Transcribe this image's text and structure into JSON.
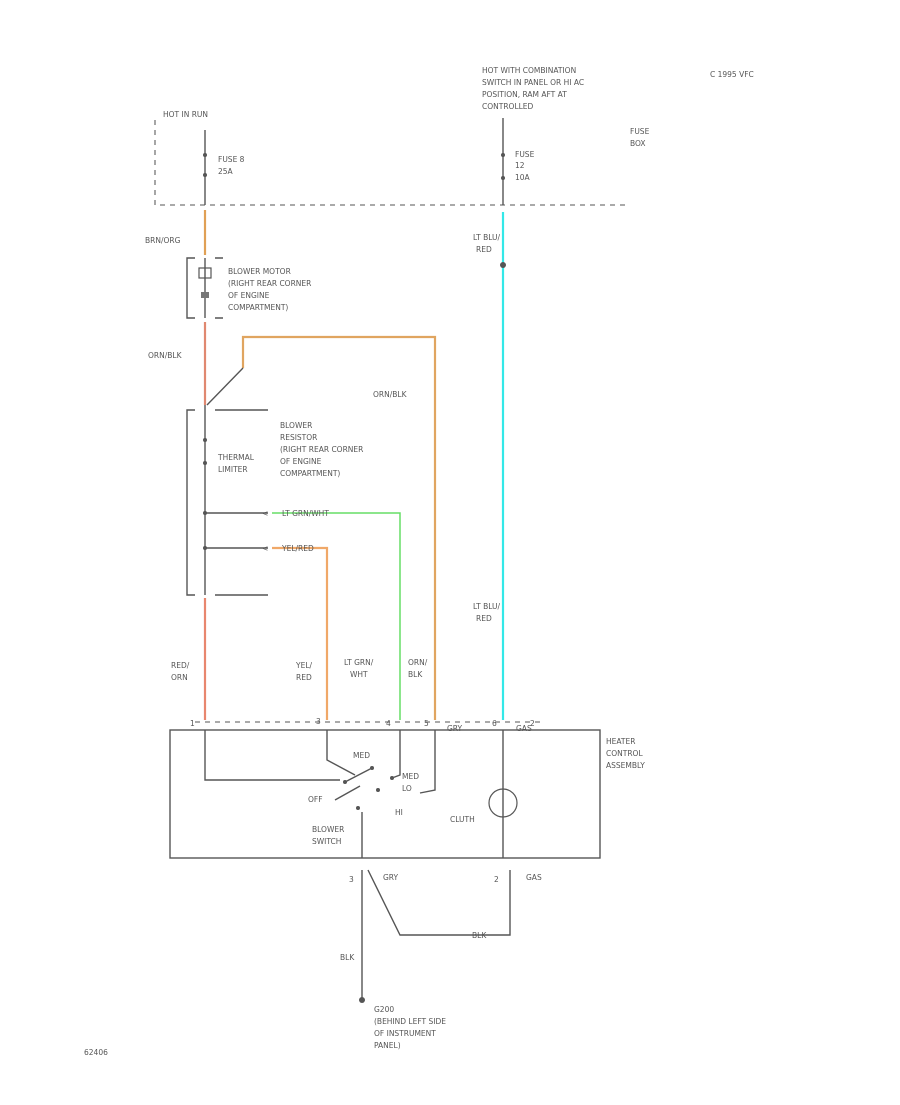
{
  "labels": {
    "hot_in_run": "HOT IN RUN",
    "fuse8_name": "FUSE 8",
    "fuse8_rating": "25A",
    "hot_with_line1": "HOT WITH COMBINATION",
    "hot_with_line2": "SWITCH IN PANEL OR HI AC",
    "hot_with_line3": "POSITION, RAM AFT AT",
    "hot_with_line4": "CONTROLLED",
    "fuse12_name": "FUSE",
    "fuse12_num": "12",
    "fuse12_rating": "10A",
    "fuse_box_1": "FUSE",
    "fuse_box_2": "BOX",
    "corner_note": "C 1995 VFC",
    "brn_org": "BRN/ORG",
    "lt_blu_red_top_1": "LT BLU/",
    "lt_blu_red_top_2": "RED",
    "motor_1": "BLOWER MOTOR",
    "motor_2": "(RIGHT REAR CORNER",
    "motor_3": "OF ENGINE",
    "motor_4": "COMPARTMENT)",
    "orn_blk_left": "ORN/BLK",
    "orn_blk_right": "ORN/BLK",
    "resistor_1": "BLOWER",
    "resistor_2": "RESISTOR",
    "resistor_3": "(RIGHT REAR CORNER",
    "resistor_4": "OF ENGINE",
    "resistor_5": "COMPARTMENT)",
    "thermal_1": "THERMAL",
    "thermal_2": "LIMITER",
    "lt_grn_wht": "LT GRN/WHT",
    "yel_red_mid": "YEL/RED",
    "lt_blu_red_mid_1": "LT BLU/",
    "lt_blu_red_mid_2": "RED",
    "red_org_1": "RED/",
    "red_org_2": "ORN",
    "yel_red_low_1": "YEL/",
    "yel_red_low_2": "RED",
    "lt_grn_wht_low_1": "LT GRN/",
    "lt_grn_wht_low_2": "WHT",
    "orn_blk_low_1": "ORN/",
    "orn_blk_low_2": "BLK",
    "pin_1": "1",
    "pin_3": "3",
    "pin_4": "4",
    "pin_5": "5",
    "pin_6": "6",
    "pin_2": "2",
    "pin_3b": "3",
    "label_gry": "GRY",
    "label_gas": "GAS",
    "hca_1": "HEATER",
    "hca_2": "CONTROL",
    "hca_3": "ASSEMBLY",
    "sw_med": "MED",
    "sw_med2": "MED",
    "sw_lo": "LO",
    "sw_off": "OFF",
    "sw_hi": "HI",
    "clutch": "CLUTH",
    "blower_switch_1": "BLOWER",
    "blower_switch_2": "SWITCH",
    "bot_pin_3": "3",
    "bot_pin_2": "2",
    "bot_gry": "GRY",
    "bot_gas": "GAS",
    "blk_right": "BLK",
    "blk_left": "BLK",
    "g200_1": "G200",
    "g200_2": "(BEHIND LEFT SIDE",
    "g200_3": "OF INSTRUMENT",
    "g200_4": "PANEL)",
    "page_id": "62406"
  },
  "colors": {
    "brn_org": "#e0a055",
    "orn_blk": "#e0a560",
    "red_org": "#e8866e",
    "yel_red": "#f0a868",
    "lt_grn": "#66dd66",
    "lt_blu": "#33e8e8",
    "black": "#555555"
  }
}
